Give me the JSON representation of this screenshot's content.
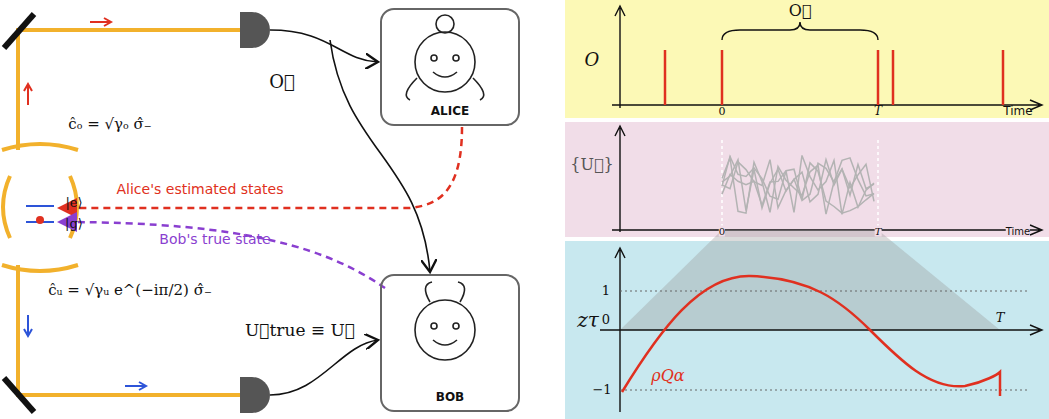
{
  "diagram": {
    "nodes": [
      {
        "text": [
          "ALICE"
        ]
      },
      {
        "text": [
          "BOB"
        ]
      }
    ],
    "labels": [
      "ĉₒ = √γₒ σ̂₋",
      "ĉᵤ = √γᵤ e^(−iπ/2) σ̂₋",
      "O⃡",
      "Alice's estimated states",
      "Bob's true state",
      "|e⟩",
      "|g⟩",
      "U⃡true ≡ U⃡",
      "O",
      "O⃡",
      "0",
      "T",
      "Time",
      "{U⃡}",
      "0",
      "T",
      "Time",
      "zτ",
      "1",
      "0",
      "−1",
      "T",
      "ρQα"
    ]
  }
}
